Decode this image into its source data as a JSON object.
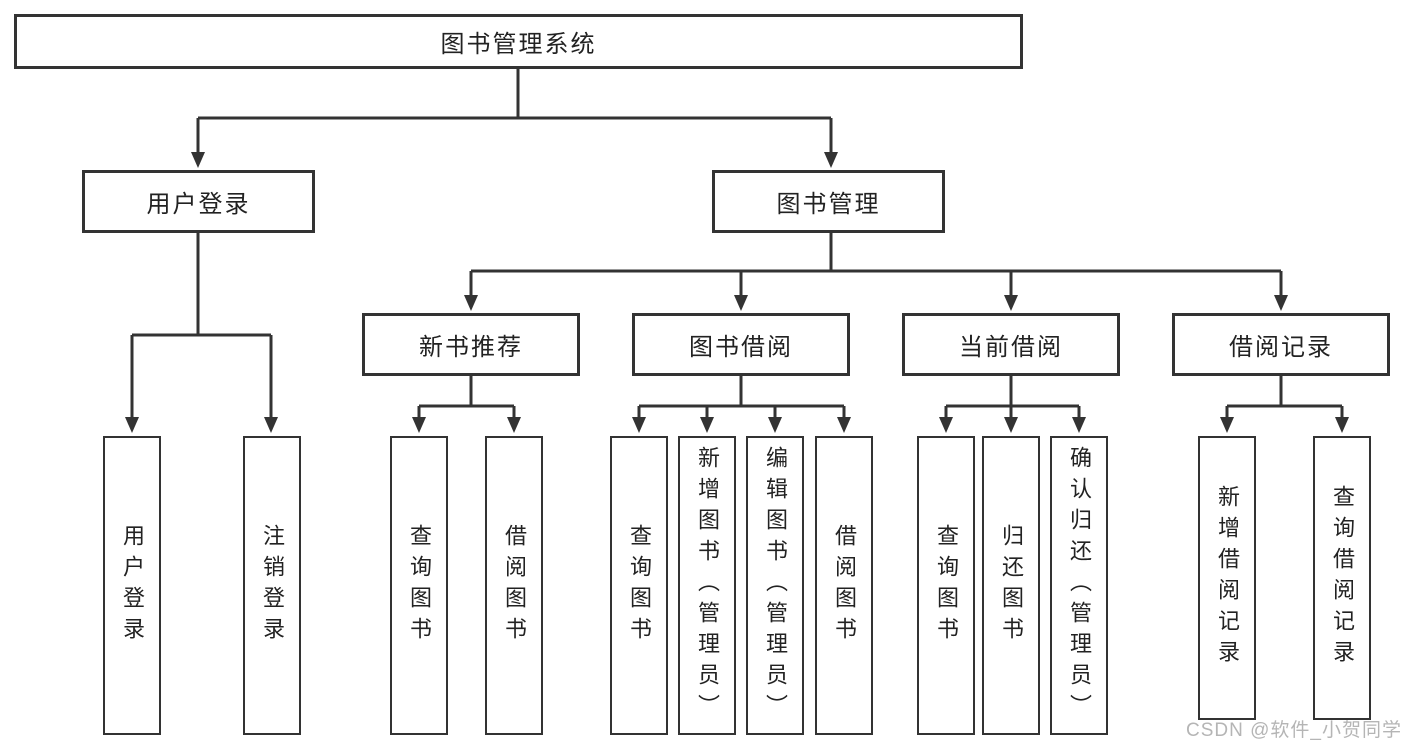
{
  "colors": {
    "line": "#333333",
    "box_border": "#333333",
    "text": "#222222",
    "watermark": "#b5b5b5",
    "background": "#ffffff"
  },
  "watermark": {
    "text": "CSDN @软件_小贺同学"
  },
  "diagram": {
    "root": {
      "label": "图书管理系统"
    },
    "branches": [
      {
        "label": "用户登录",
        "children": [
          {
            "label": "用户登录"
          },
          {
            "label": "注销登录"
          }
        ]
      },
      {
        "label": "图书管理",
        "groups": [
          {
            "label": "新书推荐",
            "children": [
              {
                "label": "查询图书"
              },
              {
                "label": "借阅图书"
              }
            ]
          },
          {
            "label": "图书借阅",
            "children": [
              {
                "label": "查询图书"
              },
              {
                "label": "新增图书（管理员）"
              },
              {
                "label": "编辑图书（管理员）"
              },
              {
                "label": "借阅图书"
              }
            ]
          },
          {
            "label": "当前借阅",
            "children": [
              {
                "label": "查询图书"
              },
              {
                "label": "归还图书"
              },
              {
                "label": "确认归还（管理员）"
              }
            ]
          },
          {
            "label": "借阅记录",
            "children": [
              {
                "label": "新增借阅记录"
              },
              {
                "label": "查询借阅记录"
              }
            ]
          }
        ]
      }
    ]
  }
}
